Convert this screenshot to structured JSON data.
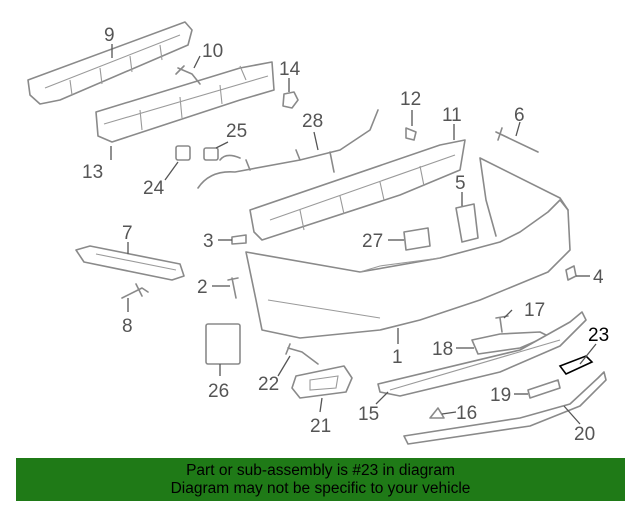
{
  "banner": {
    "line1": "Part or sub-assembly is #23 in diagram",
    "line2": "Diagram may not be specific to your vehicle",
    "background": "#1f7a17"
  },
  "highlight_color": "#000000",
  "callouts": {
    "c1": "1",
    "c2": "2",
    "c3": "3",
    "c4": "4",
    "c5": "5",
    "c6": "6",
    "c7": "7",
    "c8": "8",
    "c9": "9",
    "c10": "10",
    "c11": "11",
    "c12": "12",
    "c13": "13",
    "c14": "14",
    "c15": "15",
    "c16": "16",
    "c17": "17",
    "c18": "18",
    "c19": "19",
    "c20": "20",
    "c21": "21",
    "c22": "22",
    "c23": "23",
    "c24": "24",
    "c25": "25",
    "c26": "26",
    "c27": "27",
    "c28": "28"
  }
}
